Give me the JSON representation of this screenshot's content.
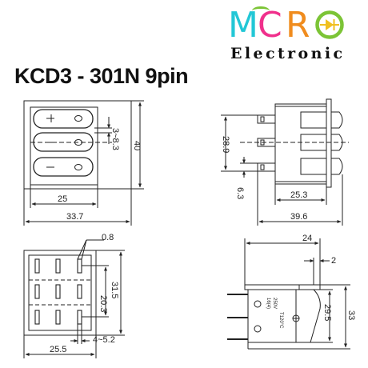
{
  "brand": {
    "letters": [
      {
        "char": "M",
        "color": "#22c7d6"
      },
      {
        "char": "C",
        "color": "#f0308c"
      },
      {
        "char": "R",
        "color": "#f08c1e"
      },
      {
        "char": "O",
        "color": "#7cc436"
      }
    ],
    "subtitle": "Electronic",
    "mark_icon": "diode-circle-icon"
  },
  "title": "KCD3 - 301N 9pin",
  "views": {
    "front": {
      "width": "25",
      "outer_width": "33.7",
      "height": "40",
      "gap": "3~8.3"
    },
    "side_top": {
      "height": "28.9",
      "pin": "6.3",
      "body_len": "25.3",
      "total_len": "39.6"
    },
    "bottom": {
      "pin_w": "0.8",
      "inner_h": "20.3",
      "outer_h": "31.5",
      "width": "25.5",
      "slot": "4~5.2"
    },
    "side_bottom": {
      "top_w": "24",
      "lip": "2",
      "height": "29.5",
      "total_h": "33",
      "label_lines": [
        "16(4)",
        "250V",
        "T120°C"
      ]
    }
  }
}
